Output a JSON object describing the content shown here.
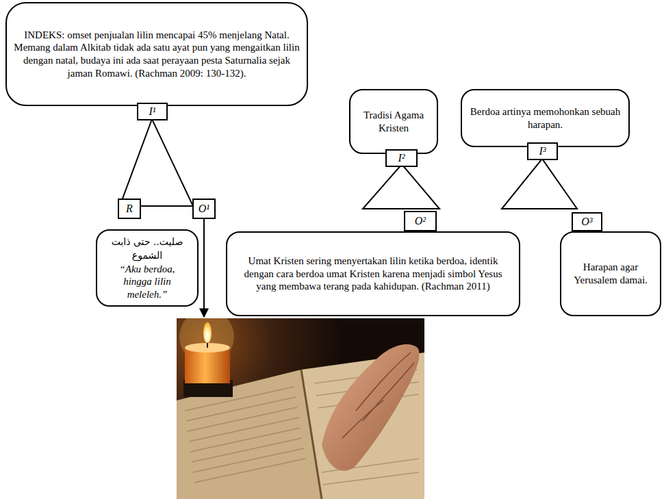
{
  "diagram": {
    "nodes": [
      {
        "text": [
          "INDEKS: omset penjualan lilin mencapai 45% menjelang Natal. Memang dalam Alkitab tidak ada satu ayat pun yang mengaitkan lilin dengan natal, budaya ini ada saat perayaan pesta Saturnalia sejak jaman Romawi. (Rachman 2009: 130-132)."
        ]
      },
      {
        "text": [
          "I¹"
        ]
      },
      {
        "text": [
          "Tradisi Agama Kristen"
        ]
      },
      {
        "text": [
          "I²"
        ]
      },
      {
        "text": [
          "Berdoa artinya memohonkan sebuah harapan."
        ]
      },
      {
        "text": [
          "I³"
        ]
      },
      {
        "text": [
          "R"
        ]
      },
      {
        "text": [
          "O¹"
        ]
      },
      {
        "text": [
          "O²"
        ]
      },
      {
        "text": [
          "O³"
        ]
      },
      {
        "text": [
          "صليت.. حتى ذابت الشموع",
          "“Aku berdoa, hingga lilin meleleh.”"
        ]
      },
      {
        "text": [
          "Umat Kristen sering menyertakan lilin ketika berdoa, identik dengan cara berdoa umat Kristen karena menjadi simbol Yesus yang membawa terang pada kahidupan. (Rachman 2011)"
        ]
      },
      {
        "text": [
          "Harapan agar Yerusalem damai."
        ]
      }
    ]
  }
}
